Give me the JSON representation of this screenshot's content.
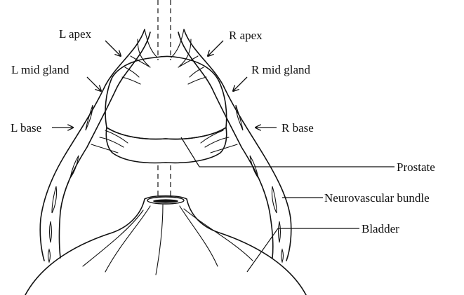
{
  "labels": {
    "l_apex": "L apex",
    "r_apex": "R apex",
    "l_mid_gland": "L mid gland",
    "r_mid_gland": "R mid gland",
    "l_base": "L base",
    "r_base": "R base",
    "prostate": "Prostate",
    "neurovascular_bundle": "Neurovascular bundle",
    "bladder": "Bladder"
  },
  "colors": {
    "prostate_body": "#c4c4c4",
    "prostate_base": "#8f8f8f",
    "line": "#111111"
  }
}
